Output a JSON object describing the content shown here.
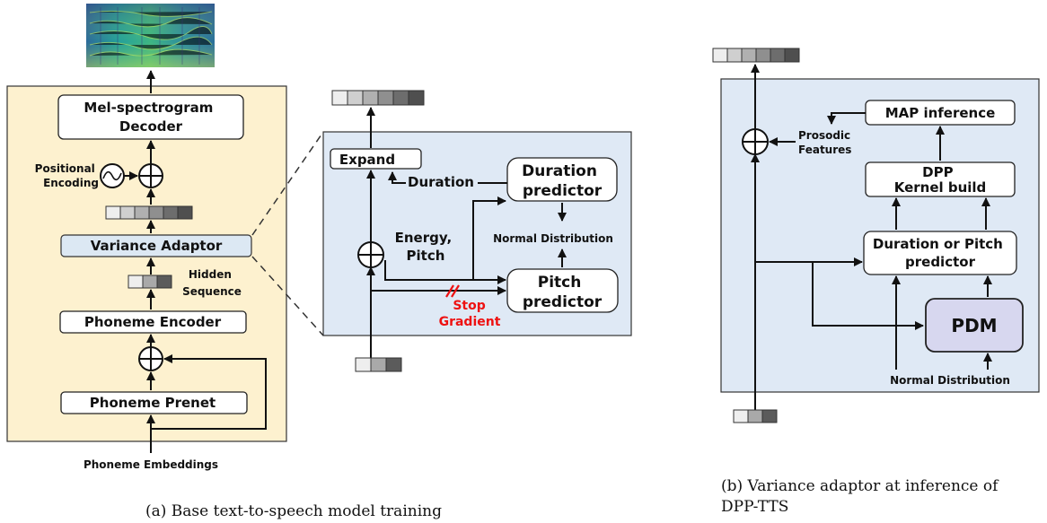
{
  "panel_a": {
    "mel_decoder": "Mel-spectrogram\nDecoder",
    "positional_encoding": "Positional\nEncoding",
    "variance_adaptor": "Variance Adaptor",
    "hidden_sequence": "Hidden\nSequence",
    "phoneme_encoder": "Phoneme Encoder",
    "phoneme_prenet": "Phoneme Prenet",
    "phoneme_embeddings": "Phoneme Embeddings",
    "caption": "(a) Base text-to-speech model training"
  },
  "panel_a_detail": {
    "expand": "Expand",
    "duration": "Duration",
    "duration_predictor": "Duration\npredictor",
    "energy_pitch": "Energy,\nPitch",
    "normal_distribution": "Normal Distribution",
    "pitch_predictor": "Pitch\npredictor",
    "stop_gradient": "Stop\nGradient"
  },
  "panel_b": {
    "map_inference": "MAP inference",
    "prosodic_features": "Prosodic\nFeatures",
    "dpp_kernel": "DPP\nKernel build",
    "duration_pitch_predictor": "Duration or Pitch\npredictor",
    "pdm": "PDM",
    "normal_distribution": "Normal Distribution",
    "caption": "(b) Variance adaptor at inference of\nDPP-TTS"
  },
  "colors": {
    "panel_a_bg": "#fdf1cf",
    "panel_bg": "#dfe9f5",
    "variance_adaptor_fill": "#dce8f3",
    "pdm_fill": "#d7d7ef",
    "stop_gradient": "#ee1111"
  }
}
